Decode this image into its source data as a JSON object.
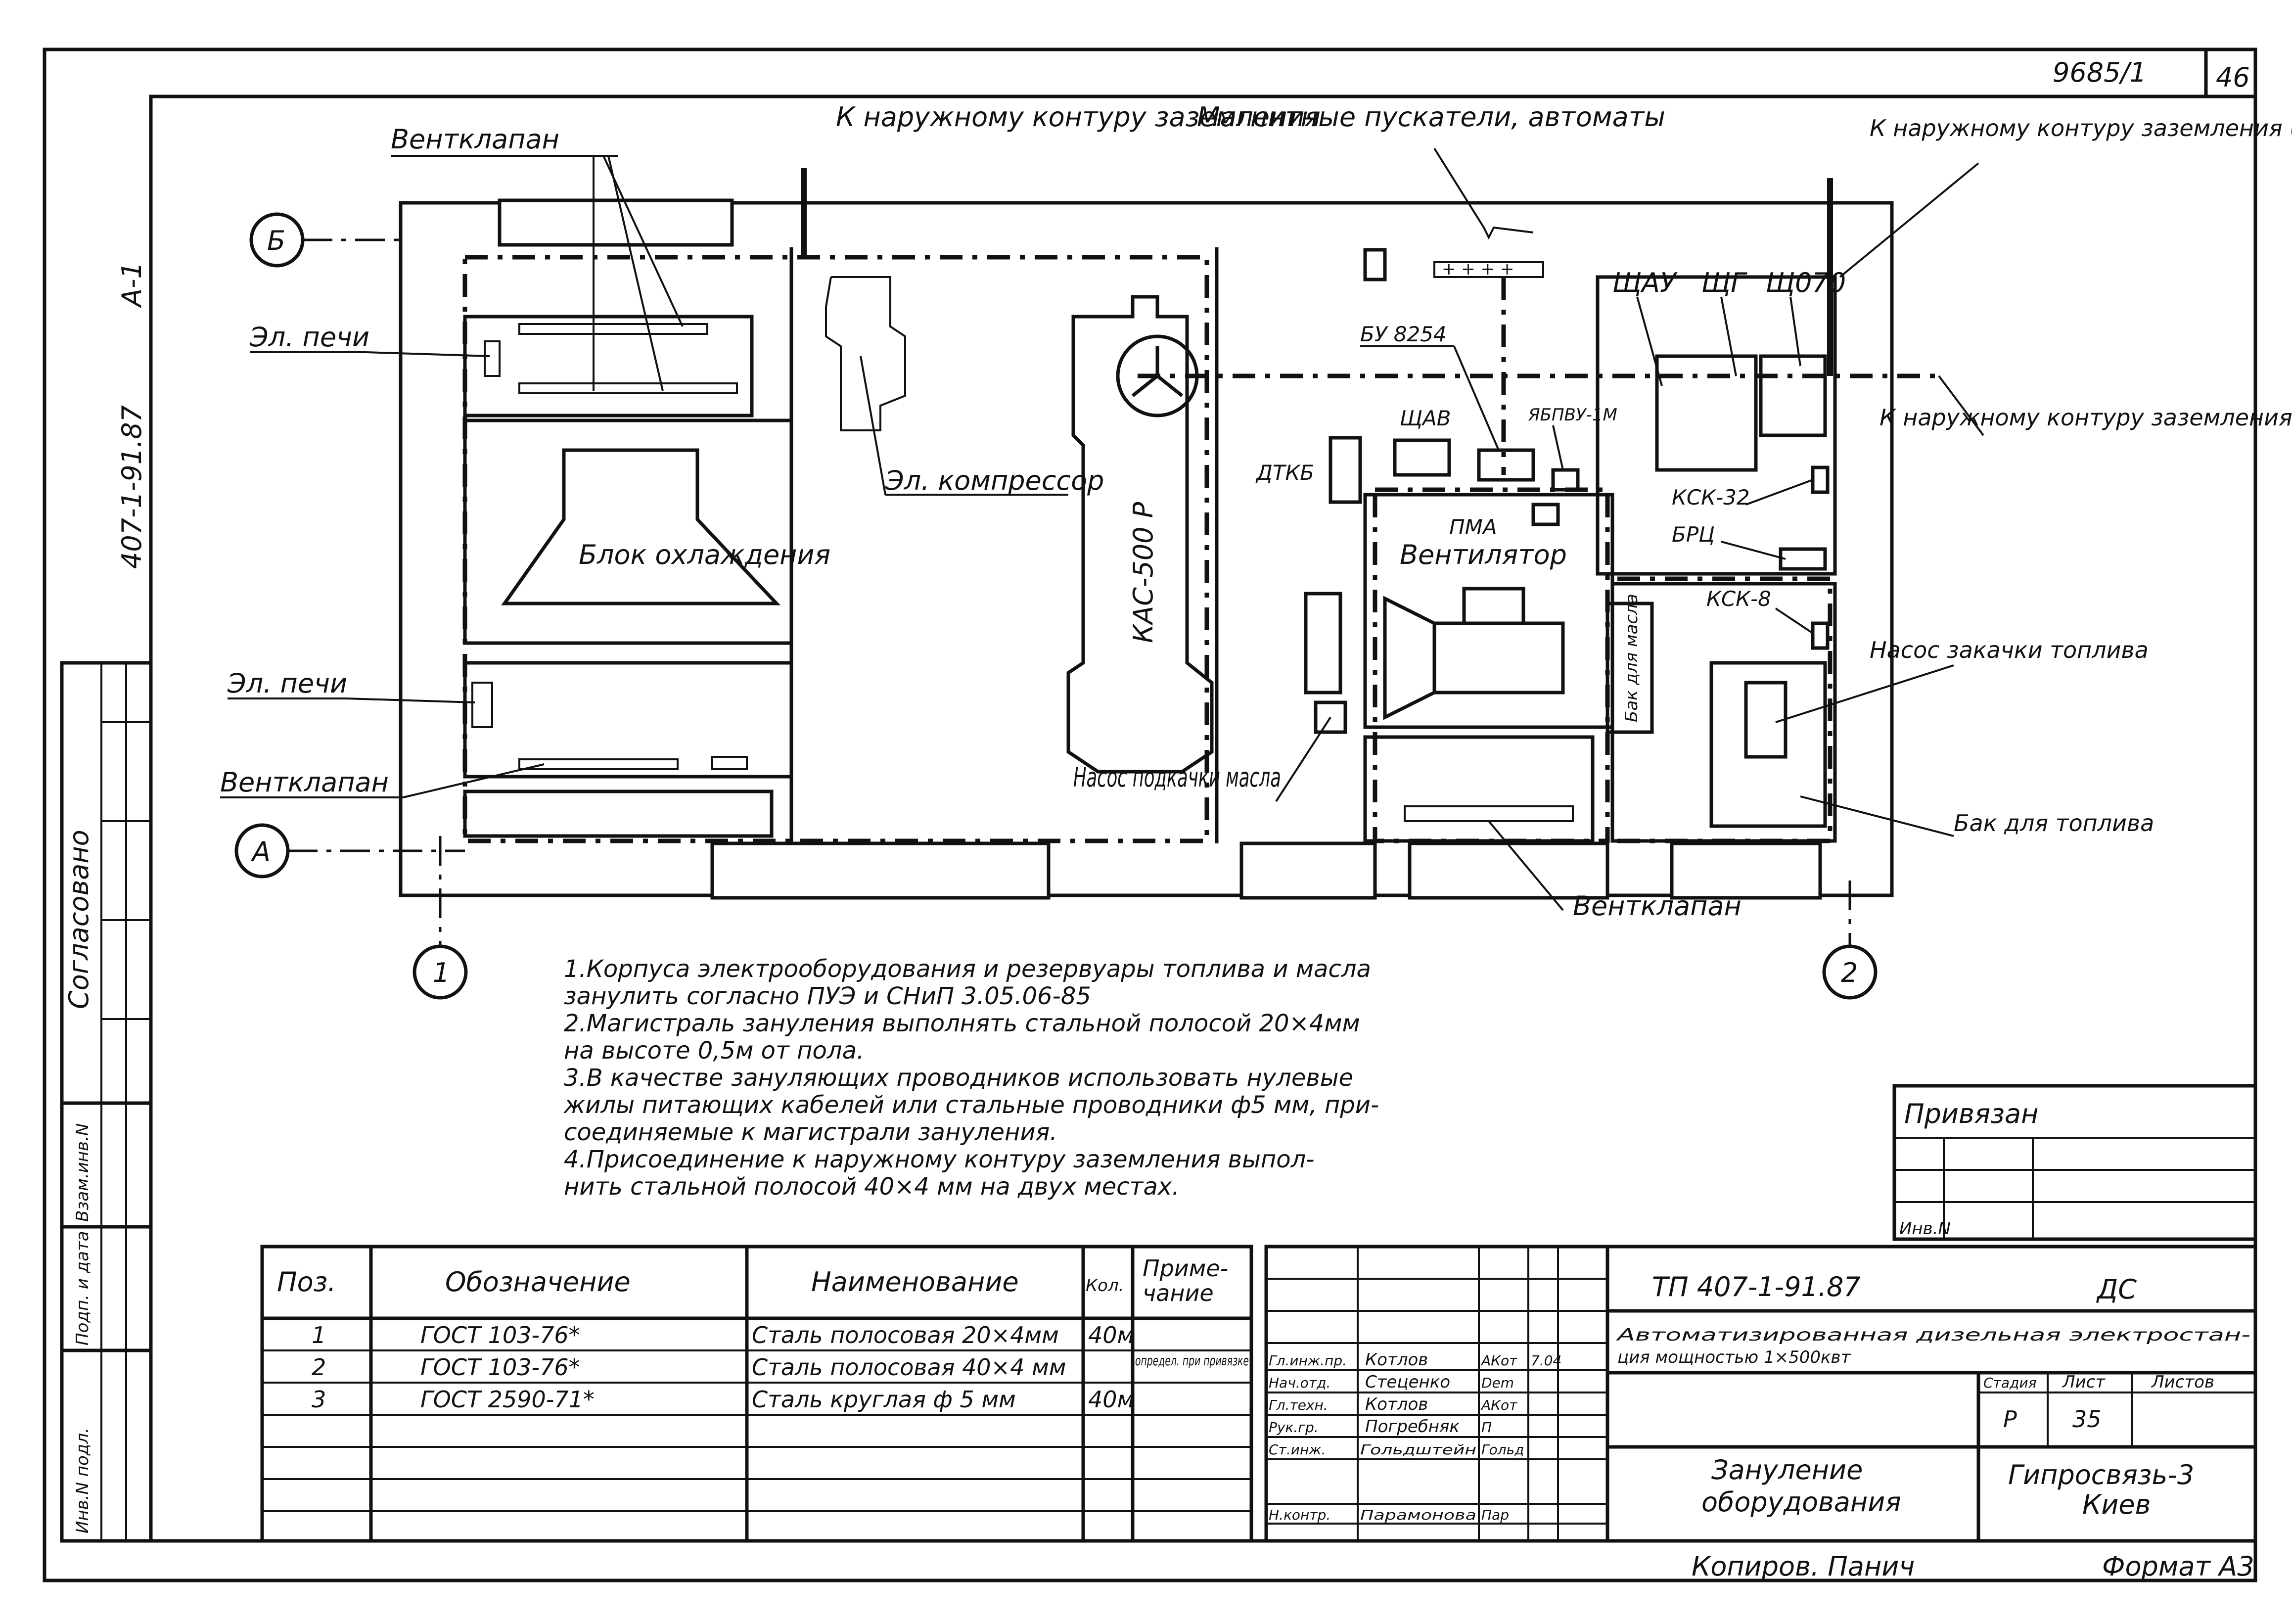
{
  "sheet": {
    "doc_number_top": "9685/1",
    "sheet_number": "46",
    "side_code": "407-1-91.87",
    "side_code_suffix": "А-1"
  },
  "left_strip": {
    "agreed": "Согласовано",
    "cells": [
      "Взам.инв.N",
      "Подп. и дата",
      "Инв.N подл."
    ]
  },
  "plan": {
    "axes": [
      "Б",
      "А",
      "1",
      "2"
    ],
    "equipment": {
      "kas": "КАС-500 Р",
      "cooling_block": "Блок охлаждения",
      "fan": "Вентилятор",
      "oil_tank": "Бак для масла",
      "pma": "ПМА"
    },
    "labels": {
      "ventklapan_top": "Вентклапан",
      "el_pechi_top": "Эл. печи",
      "el_pechi_bottom": "Эл. печи",
      "ventklapan_left": "Вентклапан",
      "ext_contour_top": "К наружному контуру заземления",
      "magnetic": "Магнитные пускатели, автоматы",
      "ext_contour_v1": "К наружному контуру заземления (вариант I)",
      "ext_contour_v2": "К наружному контуру заземления (вариант II)",
      "shchau": "ЩАУ",
      "shchg": "ЩГ",
      "shcho70": "Щ070",
      "bu": "БУ 8254",
      "shchav": "ЩАВ",
      "yabpvu": "ЯБПВУ-1М",
      "dtkb": "ДТКБ",
      "ksk32": "КСК-32",
      "bru": "БРЦ",
      "ksk8": "КСК-8",
      "pump_fuel": "Насос закачки топлива",
      "fuel_tank": "Бак для топлива",
      "compressor": "Эл. компрессор",
      "oil_pump": "Насос подкачки масла",
      "ventklapan_bottom": "Вентклапан"
    }
  },
  "notes": [
    "1.Корпуса электрооборудования и резервуары топлива и масла",
    "занулить согласно ПУЭ и СНиП 3.05.06-85",
    "2.Магистраль зануления выполнять стальной полосой 20×4мм",
    "на высоте 0,5м от пола.",
    "3.В качестве зануляющих проводников использовать нулевые",
    "жилы питающих кабелей или стальные проводники ф5 мм, при-",
    "соединяемые к магистрали зануления.",
    "4.Присоединение к наружному контуру заземления выпол-",
    "нить стальной полосой 40×4 мм на двух местах."
  ],
  "spec_table": {
    "headers": [
      "Поз.",
      "Обозначение",
      "Наименование",
      "Кол.",
      "Приме-",
      "чание"
    ],
    "rows": [
      {
        "pos": "1",
        "designation": "ГОСТ 103-76*",
        "name": "Сталь полосовая 20×4мм",
        "qty": "40м",
        "note": ""
      },
      {
        "pos": "2",
        "designation": "ГОСТ 103-76*",
        "name": "Сталь полосовая 40×4 мм",
        "qty": "",
        "note": "определ. при привязке"
      },
      {
        "pos": "3",
        "designation": "ГОСТ 2590-71*",
        "name": "Сталь круглая ф 5 мм",
        "qty": "40м",
        "note": ""
      }
    ]
  },
  "bound": {
    "title": "Привязан",
    "inv": "Инв.N"
  },
  "title_block": {
    "code": "ТП 407-1-91.87",
    "mark": "ДС",
    "project_1": "Автоматизированная дизельная электростан-",
    "project_2": "ция мощностью 1×500квт",
    "stage_h": "Стадия",
    "sheet_h": "Лист",
    "sheets_h": "Листов",
    "stage": "Р",
    "sheet": "35",
    "sheets": "",
    "drawing_1": "Зануление",
    "drawing_2": "оборудования",
    "org_1": "Гипросвязь-3",
    "org_2": "Киев",
    "people": [
      {
        "role": "Гл.инж.пр.",
        "name": "Котлов",
        "sign": "АКот",
        "date": "7.04"
      },
      {
        "role": "Нач.отд.",
        "name": "Стеценко",
        "sign": "Dem",
        "date": ""
      },
      {
        "role": "Гл.техн.",
        "name": "Котлов",
        "sign": "АКот",
        "date": ""
      },
      {
        "role": "Рук.гр.",
        "name": "Погребняк",
        "sign": "П",
        "date": ""
      },
      {
        "role": "Ст.инж.",
        "name": "Гольдштейн",
        "sign": "Гольд",
        "date": ""
      },
      {
        "role": "Н.контр.",
        "name": "Парамонова",
        "sign": "Пар",
        "date": ""
      }
    ]
  },
  "footer": {
    "copied": "Копиров. Панич",
    "format": "Формат А3"
  }
}
